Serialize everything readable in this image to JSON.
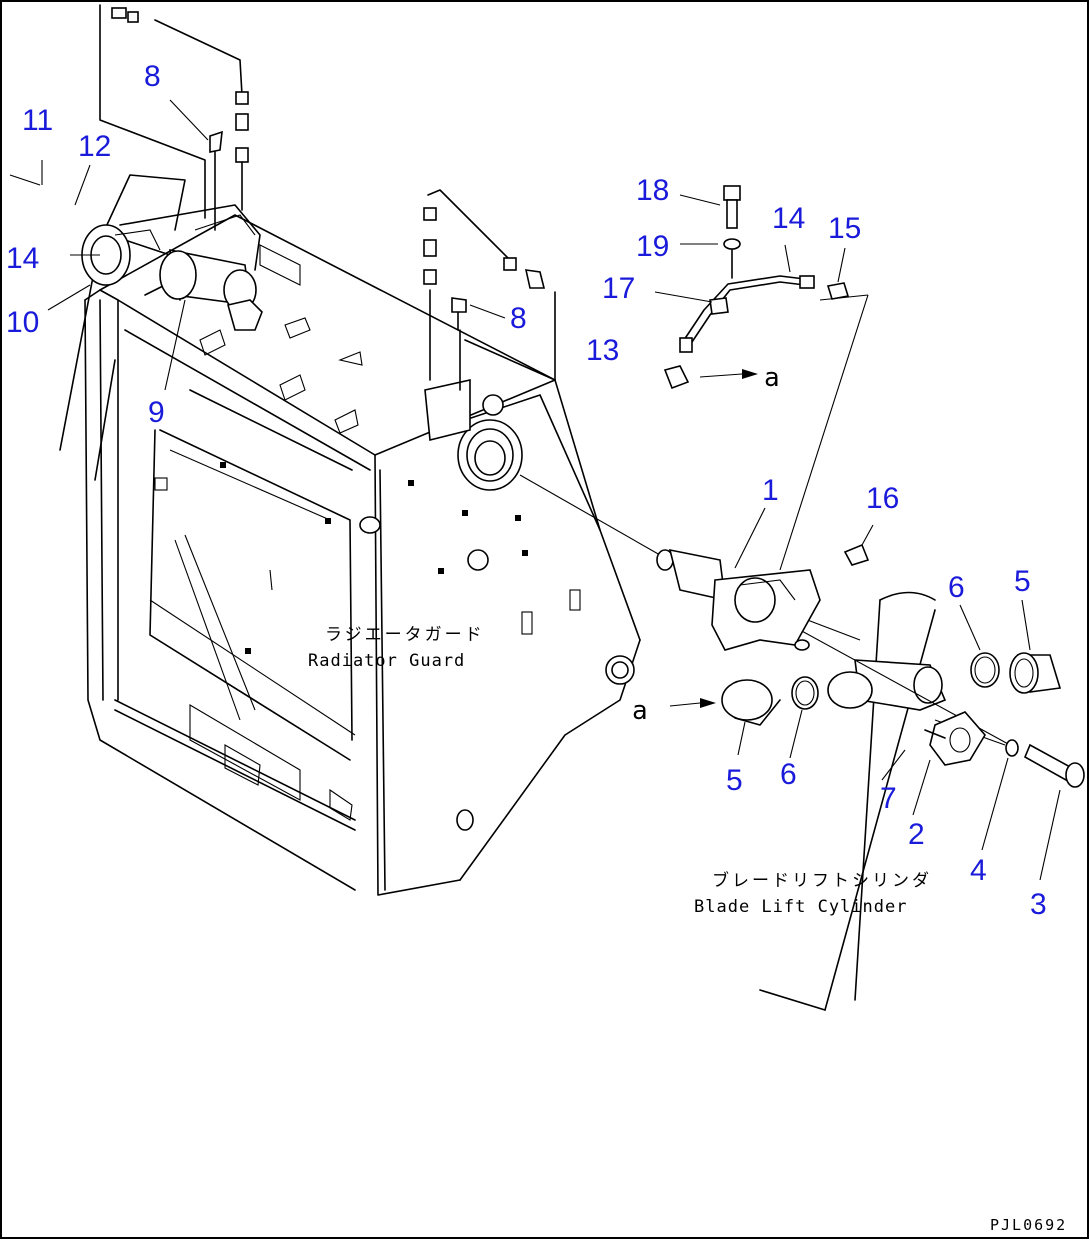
{
  "drawing_code": "PJL0692",
  "labels": {
    "radiator_guard_jp": "ラジエータガード",
    "radiator_guard_en": "Radiator Guard",
    "blade_cylinder_jp": "ブレードリフトシリンダ",
    "blade_cylinder_en": "Blade Lift Cylinder",
    "arrow_a_top": "a",
    "arrow_a_bottom": "a"
  },
  "callouts": {
    "c8a": "8",
    "c11": "11",
    "c12": "12",
    "c14a": "14",
    "c10": "10",
    "c9": "9",
    "c8b": "8",
    "c18": "18",
    "c14b": "14",
    "c15": "15",
    "c19": "19",
    "c17": "17",
    "c13": "13",
    "c1": "1",
    "c16": "16",
    "c6a": "6",
    "c5a": "5",
    "c5b": "5",
    "c6b": "6",
    "c7": "7",
    "c2": "2",
    "c4": "4",
    "c3": "3"
  },
  "colors": {
    "callout": "#1a1adb",
    "line": "#000000",
    "background": "#ffffff"
  }
}
